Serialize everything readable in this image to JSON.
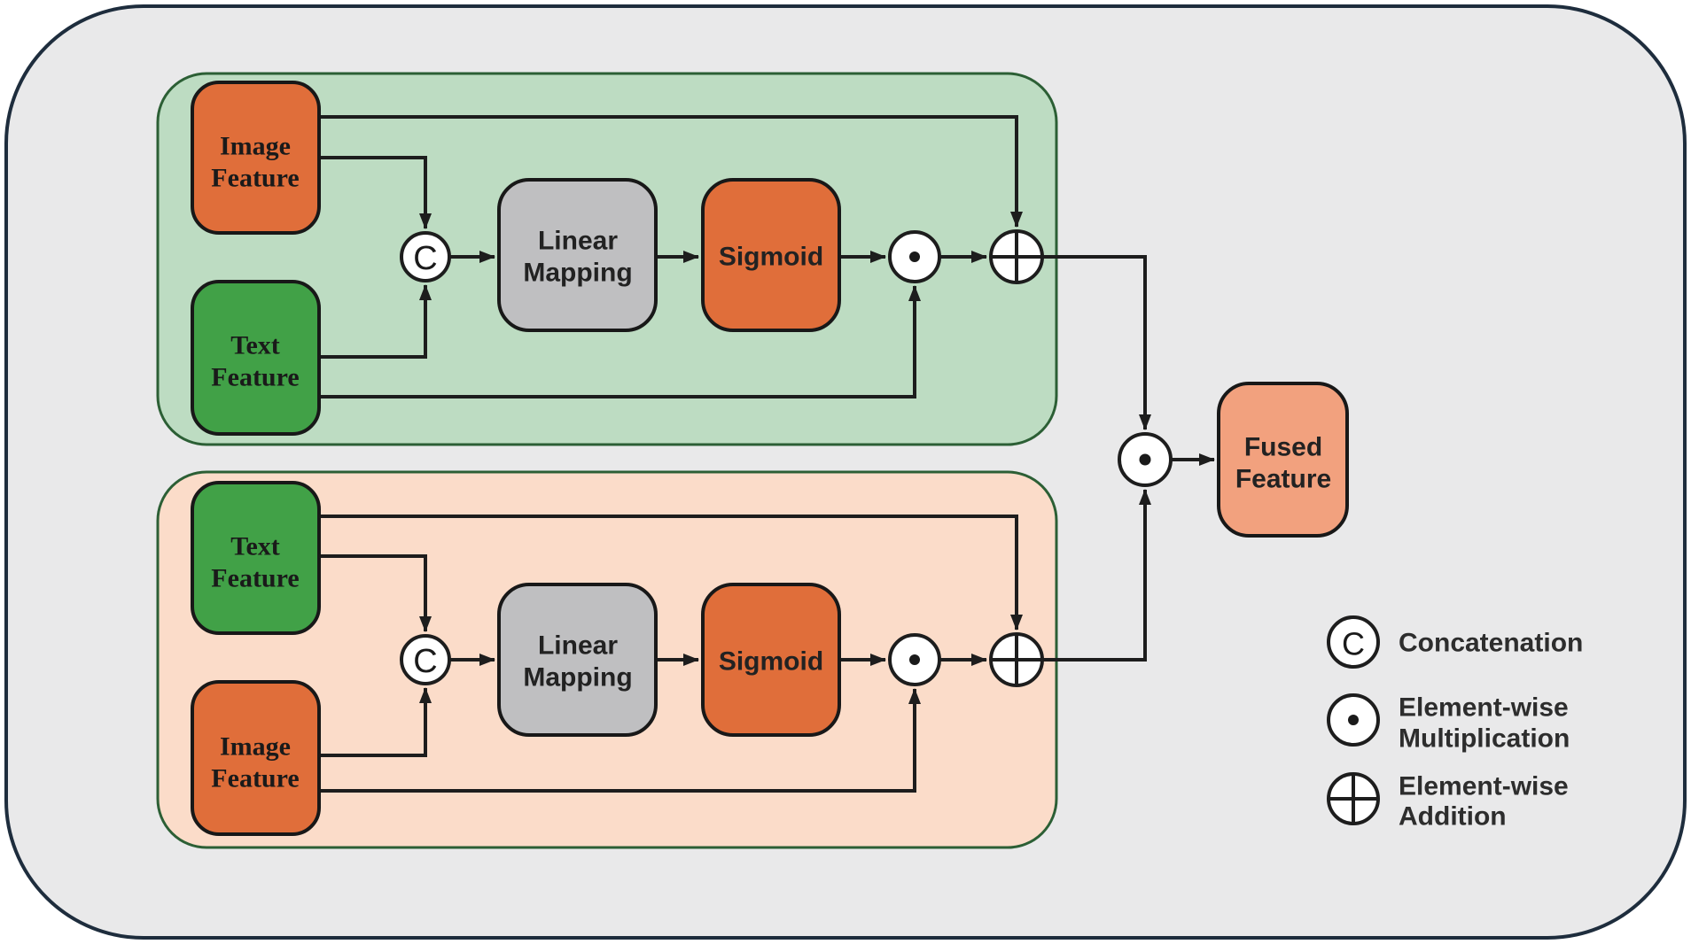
{
  "colors": {
    "canvas_fill": "#e9e9ea",
    "canvas_border": "#1e2d3d",
    "panel_border": "#2c5f35",
    "panel_green": "#bddcc2",
    "panel_peach": "#fbdcc9",
    "box_orange": "#e06e3a",
    "box_green": "#41a147",
    "box_gray": "#bfbfc1",
    "box_salmon": "#f2a17e",
    "node_fill": "#ffffff"
  },
  "branches": {
    "image_gated": {
      "inputs": {
        "top": {
          "line1": "Image",
          "line2": "Feature"
        },
        "bottom": {
          "line1": "Text",
          "line2": "Feature"
        }
      },
      "concat_symbol": "C",
      "linear_mapping": {
        "line1": "Linear",
        "line2": "Mapping"
      },
      "sigmoid_label": "Sigmoid"
    },
    "text_gated": {
      "inputs": {
        "top": {
          "line1": "Text",
          "line2": "Feature"
        },
        "bottom": {
          "line1": "Image",
          "line2": "Feature"
        }
      },
      "concat_symbol": "C",
      "linear_mapping": {
        "line1": "Linear",
        "line2": "Mapping"
      },
      "sigmoid_label": "Sigmoid"
    }
  },
  "output": {
    "line1": "Fused",
    "line2": "Feature"
  },
  "legend": {
    "concat": {
      "symbol": "C",
      "label": "Concatenation"
    },
    "multiply": {
      "line1": "Element-wise",
      "line2": "Multiplication"
    },
    "add": {
      "line1": "Element-wise",
      "line2": "Addition"
    }
  }
}
